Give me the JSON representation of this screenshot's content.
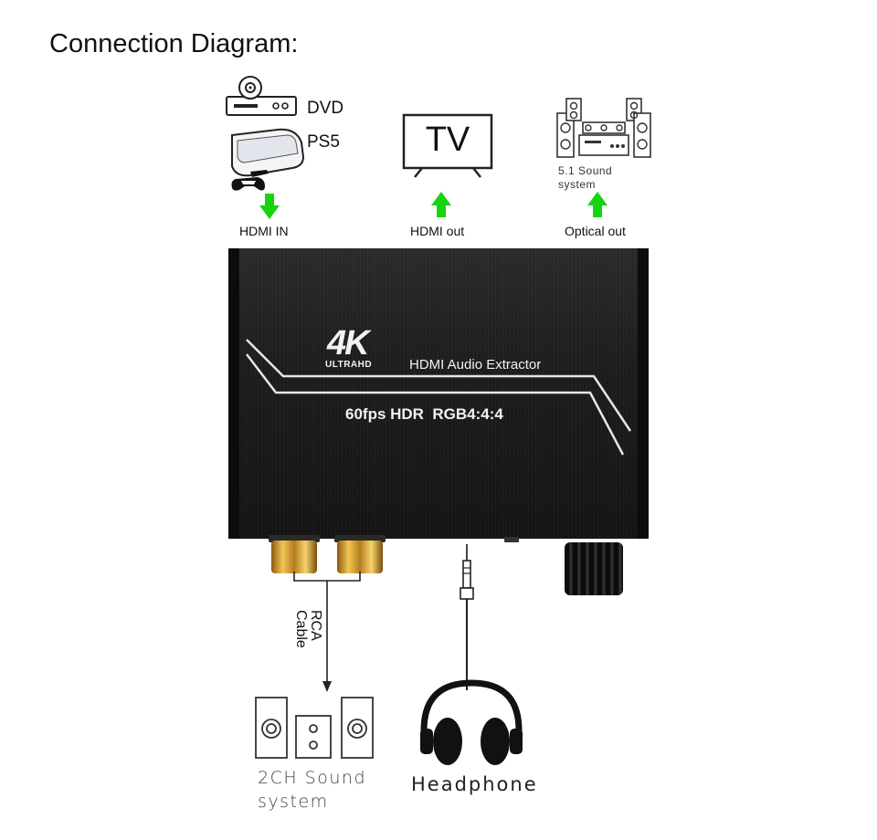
{
  "title": "Connection Diagram:",
  "inputs": {
    "dvd_label": "DVD",
    "ps5_label": "PS5",
    "port_label": "HDMI IN"
  },
  "tv": {
    "screen_text": "TV",
    "port_label": "HDMI out"
  },
  "surround": {
    "label_line1": "5.1 Sound",
    "label_line2": "system",
    "port_label": "Optical out"
  },
  "device": {
    "logo_main": "4K",
    "logo_sub": "ULTRAHD",
    "product_name": "HDMI Audio Extractor",
    "spec_line": "60fps HDR  RGB4:4:4"
  },
  "rca": {
    "cable_line1": "RCA",
    "cable_line2": "Cable"
  },
  "stereo": {
    "label_line1": "2CH Sound",
    "label_line2": "system"
  },
  "headphone": {
    "label": "Headphone"
  },
  "colors": {
    "arrow_green": "#17d40f",
    "device_body": "#1c1c1c",
    "gold_connector": "#e0ac3a"
  },
  "icons": [
    "dvd-player-icon",
    "ps5-console-icon",
    "tv-icon",
    "surround-speakers-icon",
    "stereo-speakers-icon",
    "headphone-icon",
    "audio-jack-icon",
    "volume-knob-icon"
  ]
}
